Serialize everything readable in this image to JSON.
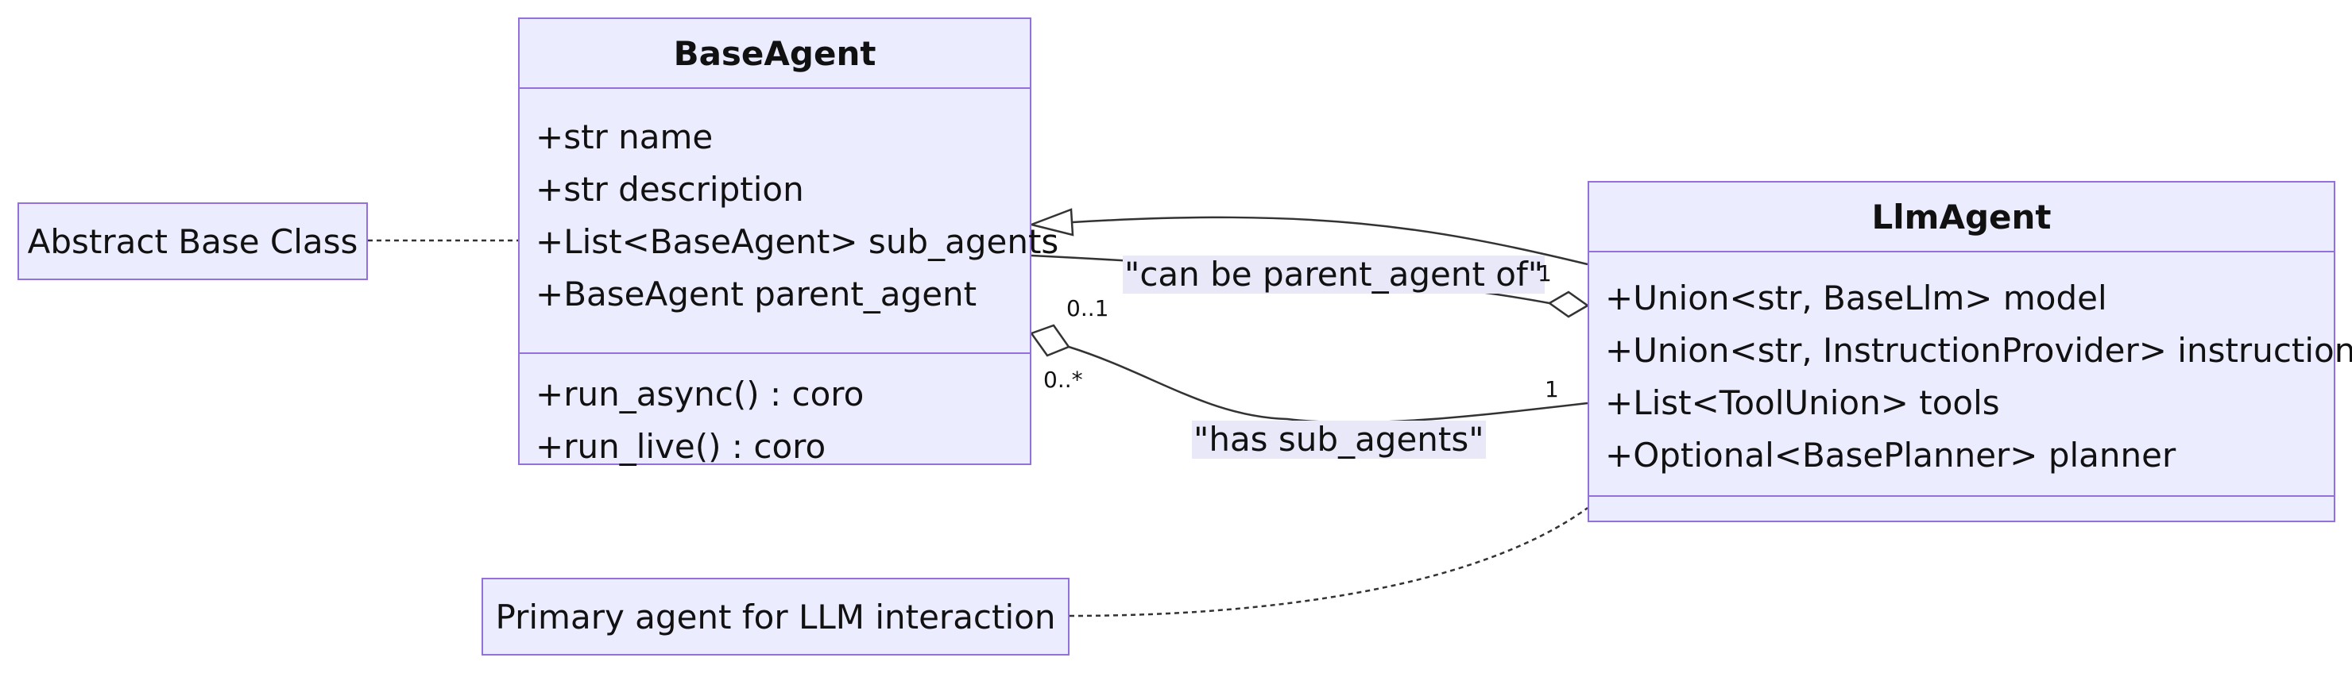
{
  "classes": {
    "base_agent": {
      "name": "BaseAgent",
      "attributes": [
        "+str name",
        "+str description",
        "+List<BaseAgent> sub_agents",
        "+BaseAgent parent_agent"
      ],
      "methods": [
        "+run_async() : coro",
        "+run_live() : coro"
      ]
    },
    "llm_agent": {
      "name": "LlmAgent",
      "attributes": [
        "+Union<str, BaseLlm> model",
        "+Union<str, InstructionProvider> instruction",
        "+List<ToolUnion> tools",
        "+Optional<BasePlanner> planner"
      ],
      "methods": []
    }
  },
  "notes": {
    "abstract": "Abstract Base Class",
    "primary": "Primary agent for LLM interaction"
  },
  "relations": {
    "parent": {
      "label": "\"can be parent_agent of\"",
      "mult_source": "0..1",
      "mult_target": "1"
    },
    "sub": {
      "label": "\"has sub_agents\"",
      "mult_source": "0..*",
      "mult_target": "1"
    }
  }
}
